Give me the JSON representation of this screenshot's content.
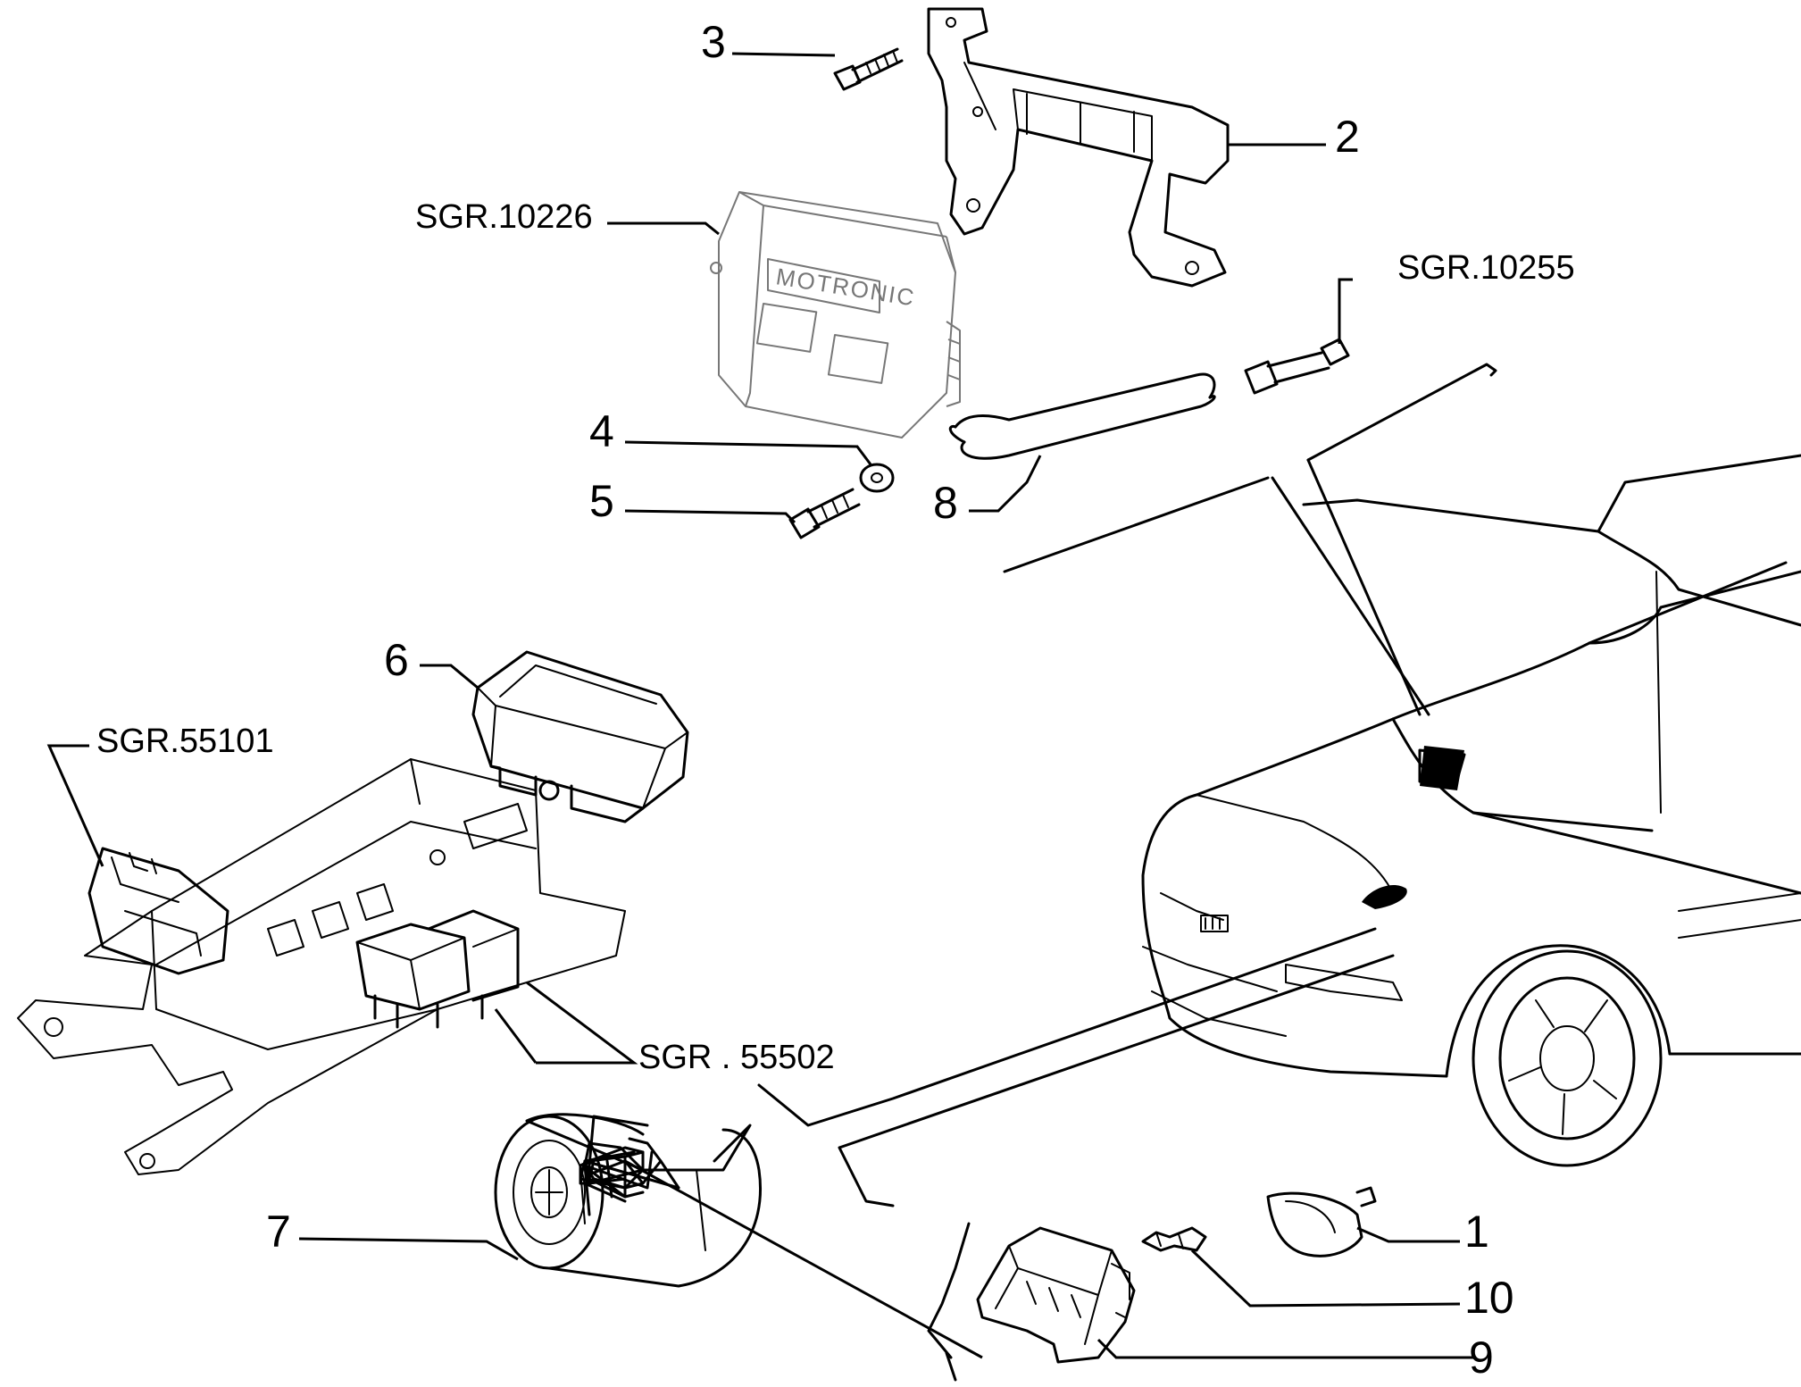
{
  "callouts": {
    "c1": "1",
    "c2": "2",
    "c3": "3",
    "c4": "4",
    "c5": "5",
    "c6": "6",
    "c7": "7",
    "c8": "8",
    "c9": "9",
    "c10": "10"
  },
  "references": {
    "ecu": "SGR.10226",
    "sensor": "SGR.10255",
    "control_unit": "SGR.55101",
    "relays": "SGR . 55502"
  },
  "ecu_badge": "MOTRONIC",
  "colors": {
    "line": "#000000",
    "faint": "#777777",
    "background": "#ffffff"
  }
}
